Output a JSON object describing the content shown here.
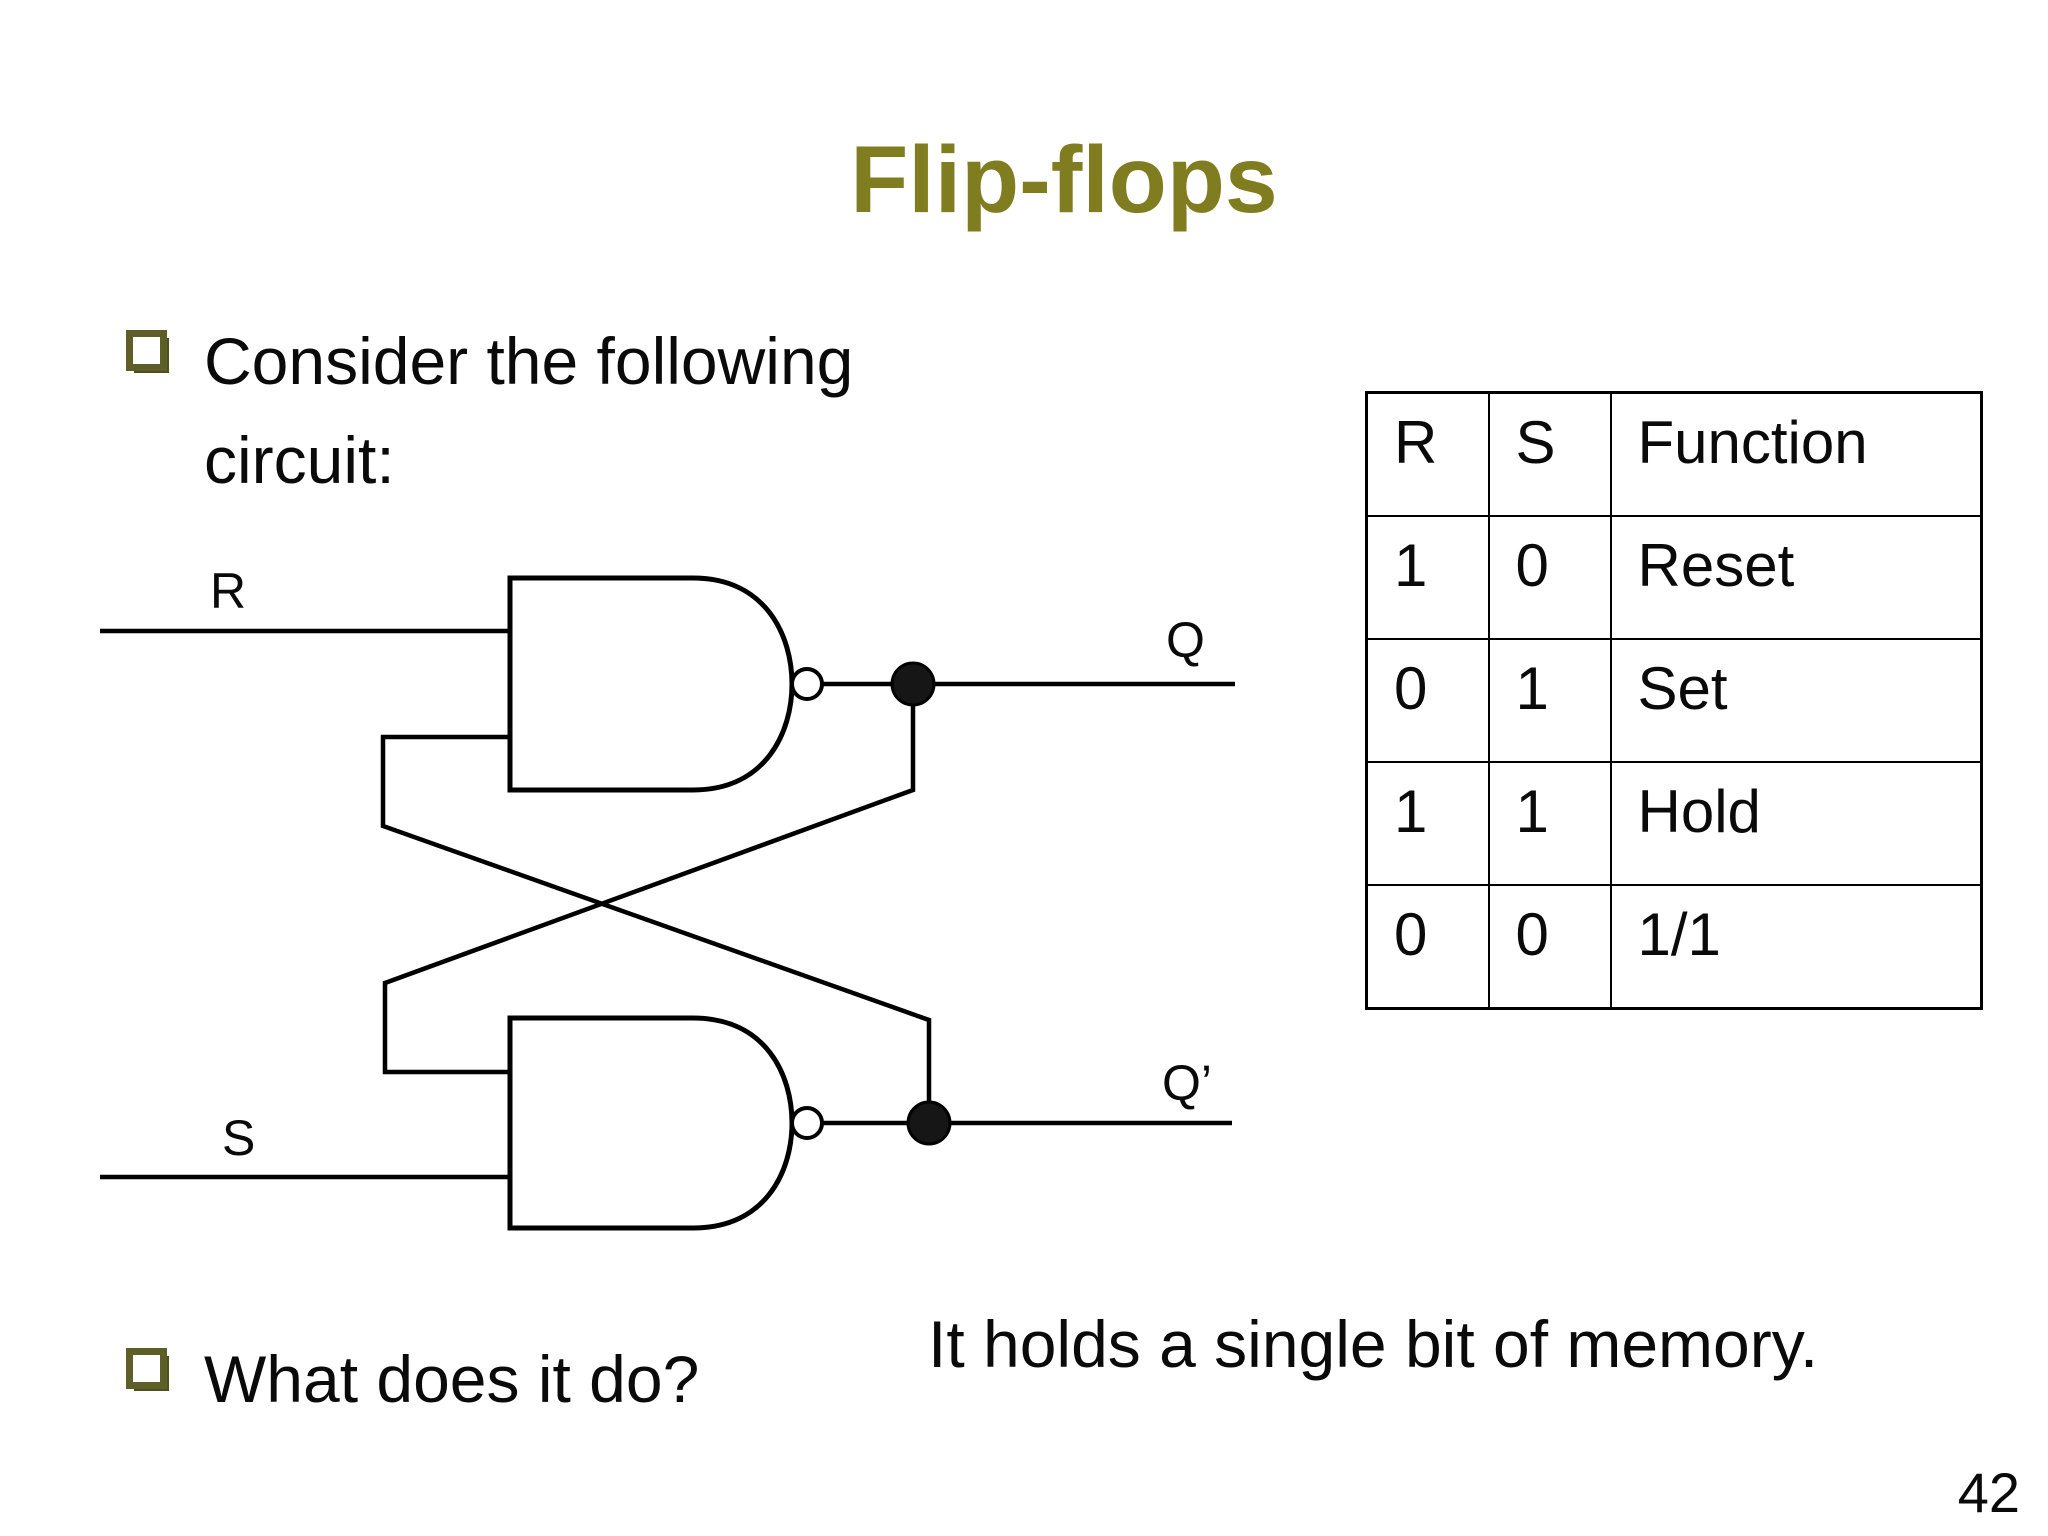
{
  "slide": {
    "title": "Flip-flops",
    "page_number": "42",
    "colors": {
      "background": "#ffffff",
      "title_accent": "#807d20",
      "bullet_accent": "#5e5e28",
      "text": "#0a0a0a",
      "line": "#000000"
    },
    "icons": {
      "bullet": "square-outline-3d-icon"
    }
  },
  "bullets": [
    {
      "label": "Consider the following circuit:"
    },
    {
      "label": "What does it do?"
    }
  ],
  "answer_text": "It holds a single bit of memory.",
  "circuit": {
    "type": "SR latch, two cross-coupled NAND gates",
    "labels": {
      "input_top": "R",
      "input_bottom": "S",
      "output_top": "Q",
      "output_bottom": "Q’"
    }
  },
  "table": {
    "headers": [
      "R",
      "S",
      "Function"
    ],
    "rows": [
      [
        "1",
        "0",
        "Reset"
      ],
      [
        "0",
        "1",
        "Set"
      ],
      [
        "1",
        "1",
        "Hold"
      ],
      [
        "0",
        "0",
        "1/1"
      ]
    ]
  }
}
